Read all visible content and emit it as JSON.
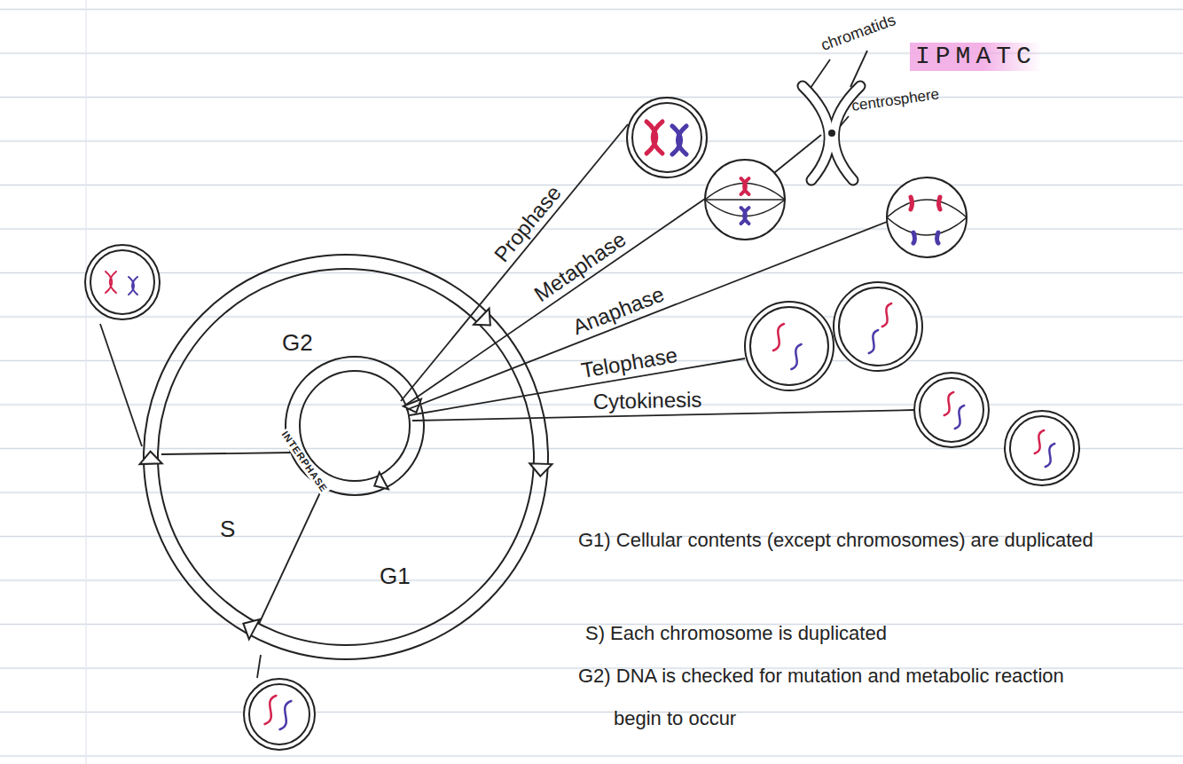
{
  "diagram": {
    "title": "IPMATC",
    "labels": [
      "chromatids",
      "centrosphere",
      "Prophase",
      "Metaphase",
      "Anaphase",
      "Telophase",
      "Cytokinesis",
      "G2",
      "S",
      "G1",
      "INTERPHASE",
      "G1) Cellular contents (except chromosomes) are duplicated",
      "S) Each chromosome is duplicated",
      "G2) DNA is checked for mutation and metabolic reaction begin to occur"
    ]
  }
}
